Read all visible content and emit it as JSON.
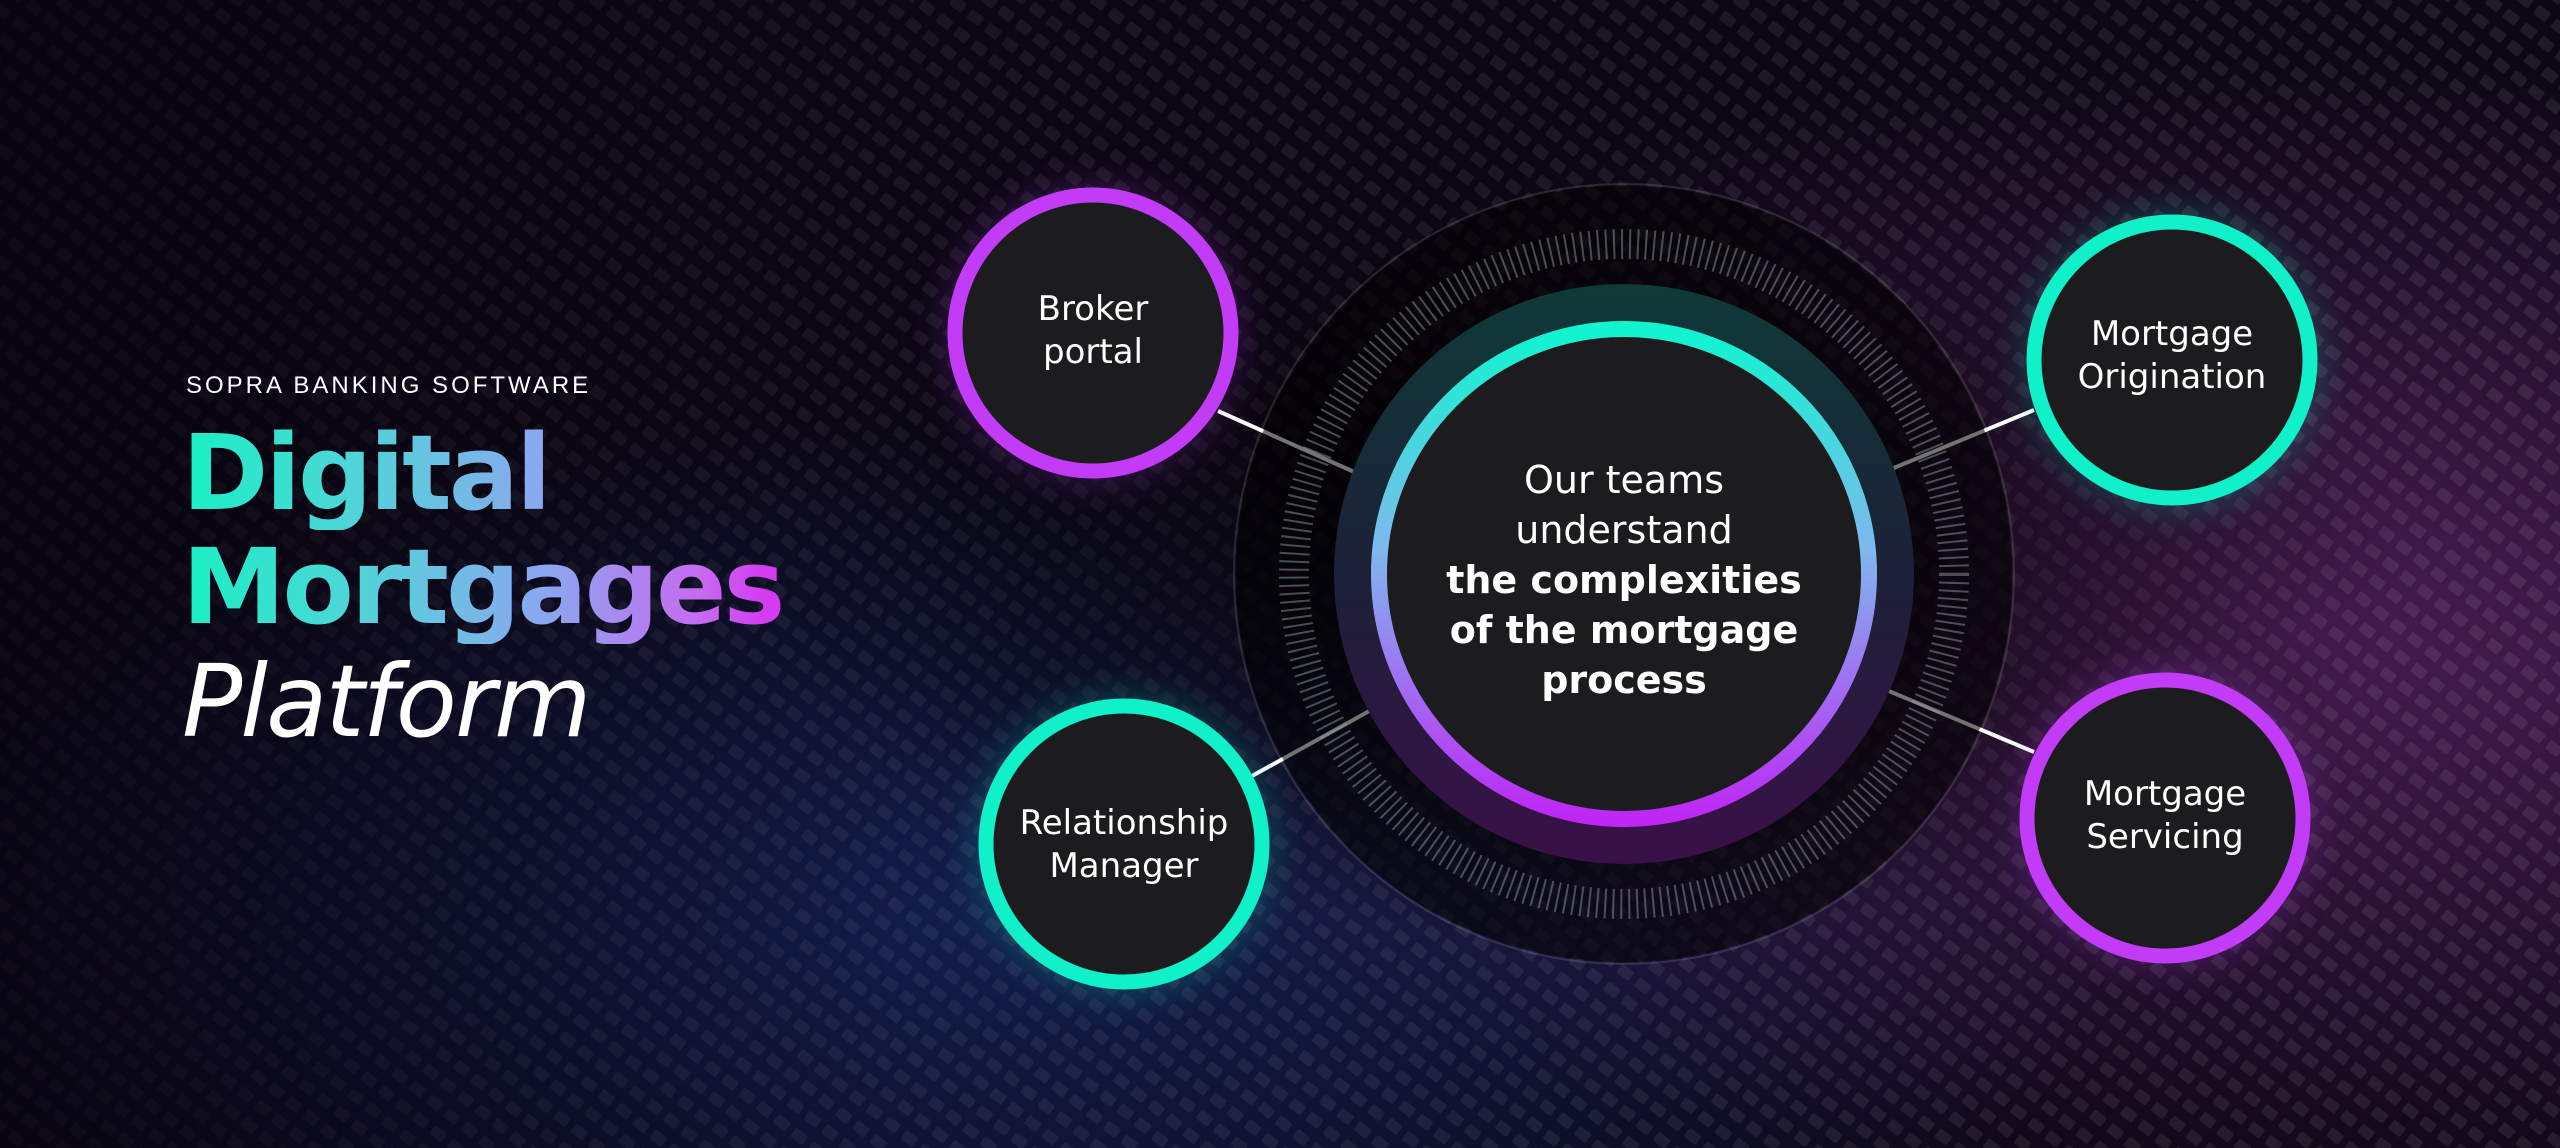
{
  "brand": {
    "eyebrow": "SOPRA BANKING SOFTWARE",
    "title_line1": "Digital",
    "title_line2": "Mortgages",
    "title_line3": "Platform"
  },
  "colors": {
    "teal": "#10f1c9",
    "purple": "#c23bf7",
    "node_fill": "#1c1c1e",
    "connector": "#ffffff",
    "background": "#0a0610"
  },
  "hub": {
    "line1": "Our teams",
    "line2": "understand",
    "line3": "the complexities",
    "line4": "of the mortgage",
    "line5": "process"
  },
  "nodes": [
    {
      "id": "broker",
      "lines": [
        "Broker",
        "portal"
      ],
      "accent": "purple"
    },
    {
      "id": "relationship",
      "lines": [
        "Relationship",
        "Manager"
      ],
      "accent": "teal"
    },
    {
      "id": "origination",
      "lines": [
        "Mortgage",
        "Origination"
      ],
      "accent": "teal"
    },
    {
      "id": "servicing",
      "lines": [
        "Mortgage",
        "Servicing"
      ],
      "accent": "purple"
    }
  ]
}
